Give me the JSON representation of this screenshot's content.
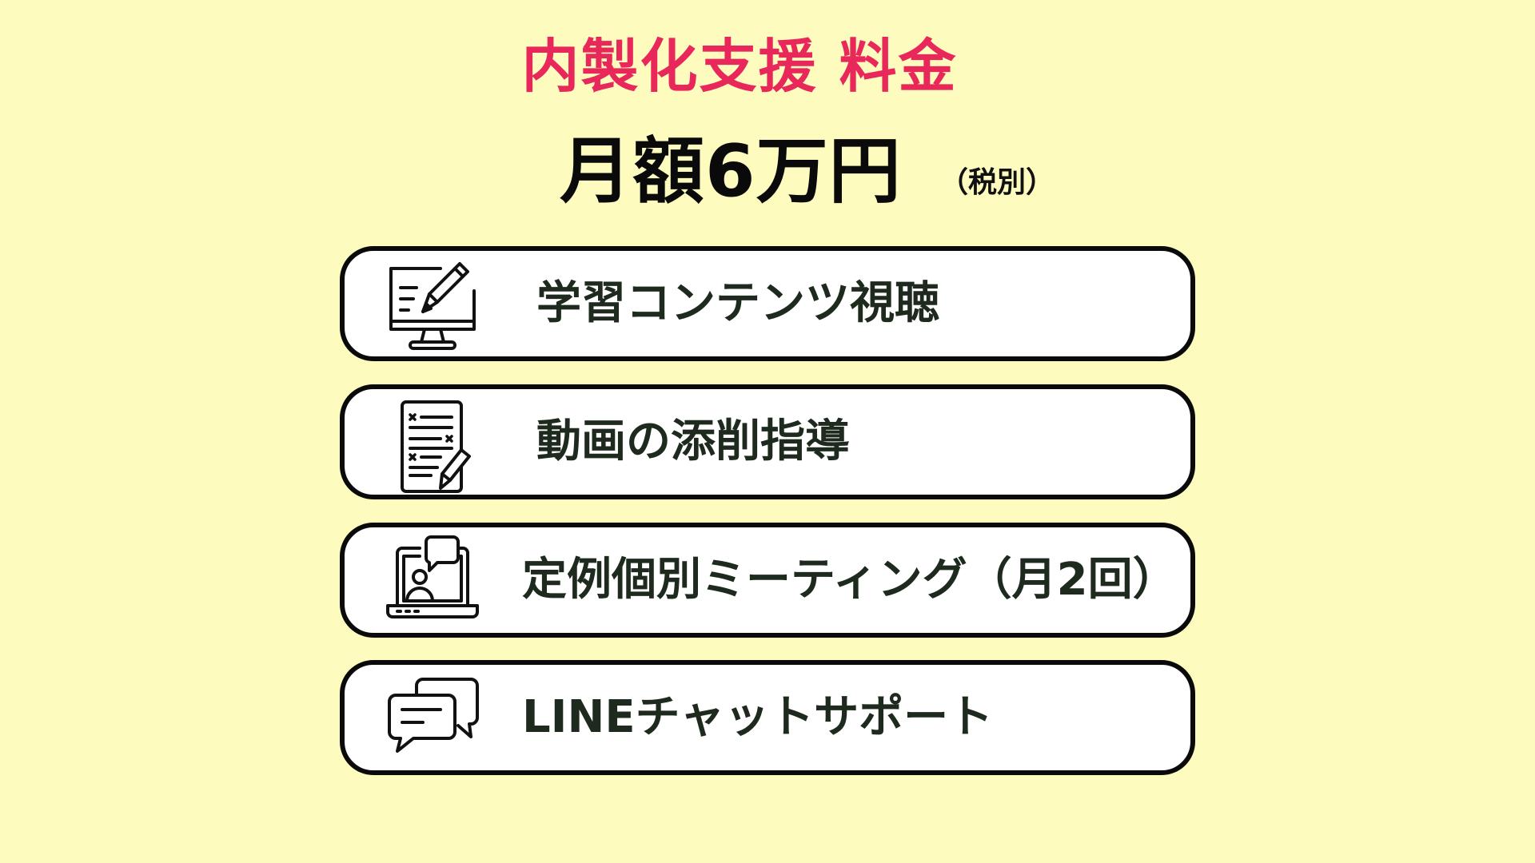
{
  "header": {
    "title": "内製化支援 料金",
    "title_color": "#e8285a",
    "price": "月額6万円",
    "tax_note": "（税別）"
  },
  "features": [
    {
      "icon": "monitor-pencil-icon",
      "label": "学習コンテンツ視聴"
    },
    {
      "icon": "document-pencil-icon",
      "label": "動画の添削指導"
    },
    {
      "icon": "laptop-video-chat-icon",
      "label": "定例個別ミーティング（月2回）"
    },
    {
      "icon": "chat-bubbles-icon",
      "label": "LINEチャットサポート"
    }
  ],
  "colors": {
    "background": "#fefbbf",
    "card_border": "#0a0a0a",
    "card_fill": "#ffffff",
    "feature_text": "#1e2a1e"
  }
}
